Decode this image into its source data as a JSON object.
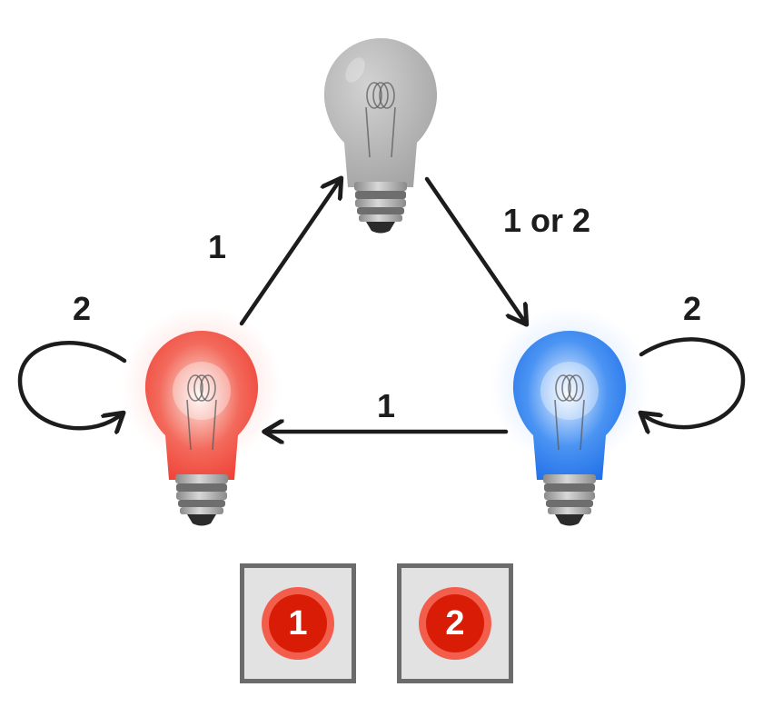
{
  "diagram": {
    "bulbs": [
      {
        "id": "gray",
        "state": "off",
        "color": "#b6b6b6"
      },
      {
        "id": "red",
        "state": "on",
        "color": "#f04a3c"
      },
      {
        "id": "blue",
        "state": "on",
        "color": "#2f7ff0"
      }
    ],
    "transitions": {
      "red_to_gray": "1",
      "gray_to_blue": "1 or 2",
      "blue_to_red": "1",
      "red_self_loop": "2",
      "blue_self_loop": "2"
    },
    "buttons": [
      {
        "label": "1",
        "color": "#d81c05"
      },
      {
        "label": "2",
        "color": "#d81c05"
      }
    ]
  }
}
